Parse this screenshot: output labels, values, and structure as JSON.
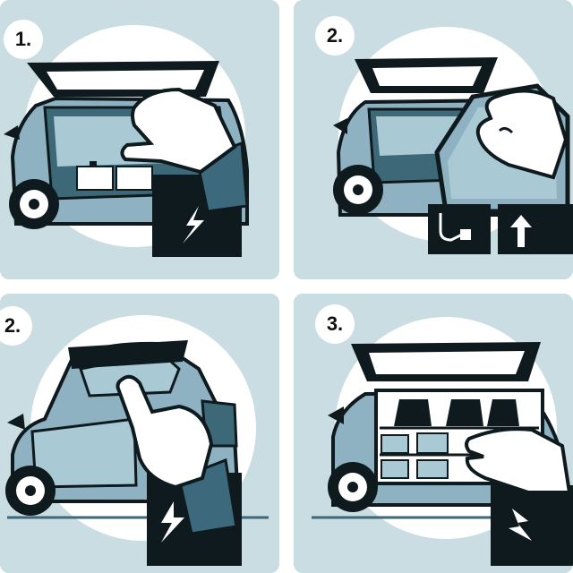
{
  "palette": {
    "background": "#c9dde2",
    "circle": "#ffffff",
    "ink": "#0e1a1e",
    "car_body": "#8fb2c2",
    "car_dark": "#3d6878",
    "glass": "#a9c9d4",
    "skin": "#ffffff",
    "sleeve": "#3c6a7c"
  },
  "panels": [
    {
      "step": "1.",
      "icons": [
        "hatchback-car-icon",
        "hand-icon",
        "battery-box-icon",
        "lightning-icon"
      ]
    },
    {
      "step": "2.",
      "icons": [
        "hatchback-car-icon",
        "hand-icon",
        "curved-arrow-icon",
        "up-arrow-icon"
      ]
    },
    {
      "step": "2.",
      "icons": [
        "hatchback-car-icon",
        "pointing-hand-icon",
        "lightning-icon"
      ]
    },
    {
      "step": "3.",
      "icons": [
        "hatchback-car-icon",
        "car-seats-icon",
        "storage-boxes-icon",
        "hand-icon",
        "lightning-icon"
      ]
    }
  ]
}
